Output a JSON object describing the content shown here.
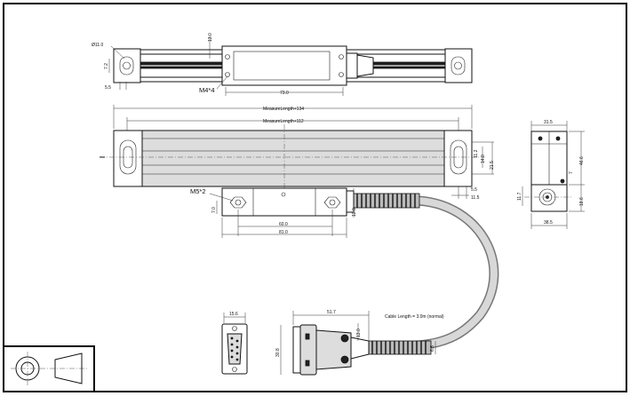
{
  "top_view": {
    "label_d11": "Ø11.0",
    "label_7_2": "7.2",
    "label_5_5": "5.5",
    "label_13_0": "13.0",
    "label_m4": "M4*4",
    "label_73": "73.0"
  },
  "front_view": {
    "measure_length_134": "MeasureLength+134",
    "measure_length_112": "MeasureLength+112",
    "label_m5": "M5*2",
    "label_7_0": "7.0",
    "label_12_0": "12.0",
    "label_60": "60.0",
    "label_81": "81.0",
    "label_5_5": "5.5",
    "label_11_5": "11.5",
    "label_14_0": "14.0",
    "label_21_5": "21.5",
    "label_11_2": "11.2"
  },
  "side_view": {
    "label_31_5": "31.5",
    "label_46_6": "46.6",
    "label_7": "7",
    "label_18_6": "18.6",
    "label_11_7": "11.7",
    "label_38_5": "38.5"
  },
  "cable": {
    "label_cable_length": "Cable Length = 3.0m (normal)"
  },
  "connector": {
    "label_15_6": "15.6",
    "label_51_7": "51.7",
    "label_30_8": "30.8",
    "label_13_0": "13.0",
    "label_6_8": "6.8"
  }
}
